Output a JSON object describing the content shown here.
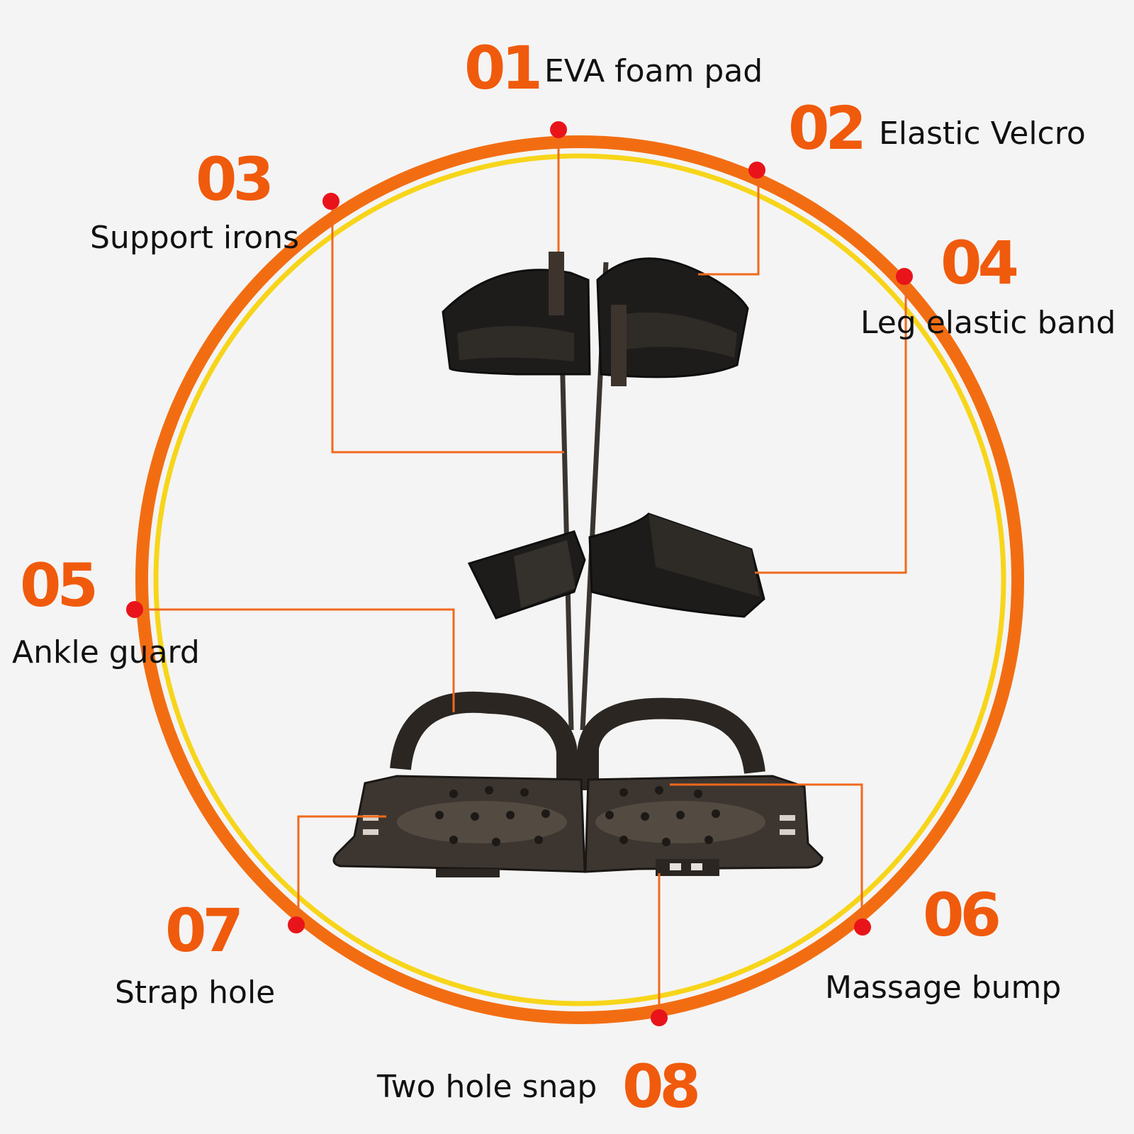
{
  "colors": {
    "number": "#f05a0c",
    "outer_ring": "#f26d12",
    "inner_ring": "#f7d51a",
    "leader": "#ef6a1c",
    "marker": "#e8141a",
    "label": "#111111",
    "device": "#2b2621",
    "strap": "#1d1d1d"
  },
  "callouts": [
    {
      "id": "01",
      "label": "EVA foam pad"
    },
    {
      "id": "02",
      "label": "Elastic Velcro"
    },
    {
      "id": "03",
      "label": "Support irons"
    },
    {
      "id": "04",
      "label": "Leg elastic band"
    },
    {
      "id": "05",
      "label": "Ankle guard"
    },
    {
      "id": "06",
      "label": "Massage bump"
    },
    {
      "id": "07",
      "label": "Strap hole"
    },
    {
      "id": "08",
      "label": "Two hole snap"
    }
  ]
}
